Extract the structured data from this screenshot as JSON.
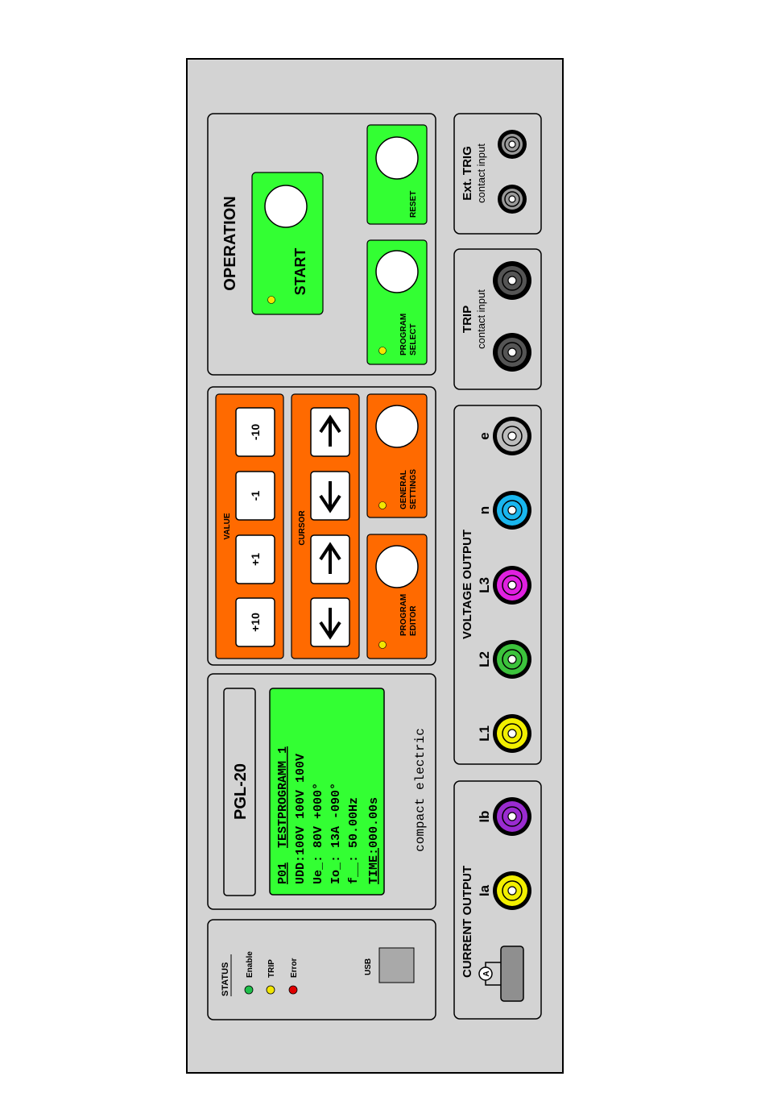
{
  "device": {
    "model": "PGL-20",
    "brand": "compact electric"
  },
  "status": {
    "title": "STATUS",
    "leds": [
      {
        "label": "Enable",
        "color": "#1fbf4a"
      },
      {
        "label": "TRIP",
        "color": "#f2e600"
      },
      {
        "label": "Error",
        "color": "#e00000"
      }
    ],
    "usb_label": "USB"
  },
  "display": {
    "background": "#33ff33",
    "lines": [
      {
        "key": "P01",
        "value": "TESTPROGRAMM 1"
      },
      {
        "key": "UDD:",
        "value": "100V 100V 100V"
      },
      {
        "key": "Ue_:",
        "value": " 80V +000°"
      },
      {
        "key": "Io_:",
        "value": " 13A -090°"
      },
      {
        "key": "f__:",
        "value": " 50.00Hz"
      },
      {
        "key": "TIME:",
        "value": "000.00s"
      }
    ]
  },
  "value_group": {
    "title": "VALUE",
    "buttons": [
      "+10",
      "+1",
      "-1",
      "-10"
    ]
  },
  "cursor_group": {
    "title": "CURSOR",
    "buttons": [
      {
        "icon": "arrow-down-icon"
      },
      {
        "icon": "arrow-up-icon"
      },
      {
        "icon": "arrow-down-icon"
      },
      {
        "icon": "arrow-up-icon"
      }
    ]
  },
  "program_editor": {
    "line1": "PROGRAM",
    "line2": "EDITOR"
  },
  "general_settings": {
    "line1": "GENERAL",
    "line2": "SETTINGS"
  },
  "operation": {
    "title": "OPERATION",
    "start": "START",
    "program_select": {
      "line1": "PROGRAM",
      "line2": "SELECT"
    },
    "reset": "RESET"
  },
  "current_output": {
    "title": "CURRENT  OUTPUT",
    "ammeter_symbol": "A",
    "sockets": [
      {
        "label": "Ia",
        "color": "#f2ef00"
      },
      {
        "label": "Ib",
        "color": "#9a2bd0"
      }
    ]
  },
  "voltage_output": {
    "title": "VOLTAGE  OUTPUT",
    "sockets": [
      {
        "label": "L1",
        "color": "#f2ef00"
      },
      {
        "label": "L2",
        "color": "#3cc33c"
      },
      {
        "label": "L3",
        "color": "#e020e0"
      },
      {
        "label": "n",
        "color": "#19b6ee"
      },
      {
        "label": "e",
        "color": "#bdbdbd"
      }
    ]
  },
  "trip": {
    "title": "TRIP",
    "subtitle": "contact input"
  },
  "ext_trig": {
    "title": "Ext. TRIG",
    "subtitle": "contact input"
  },
  "colors": {
    "panel": "#d3d3d3",
    "orange": "#ff6a00",
    "green": "#33ff33"
  }
}
